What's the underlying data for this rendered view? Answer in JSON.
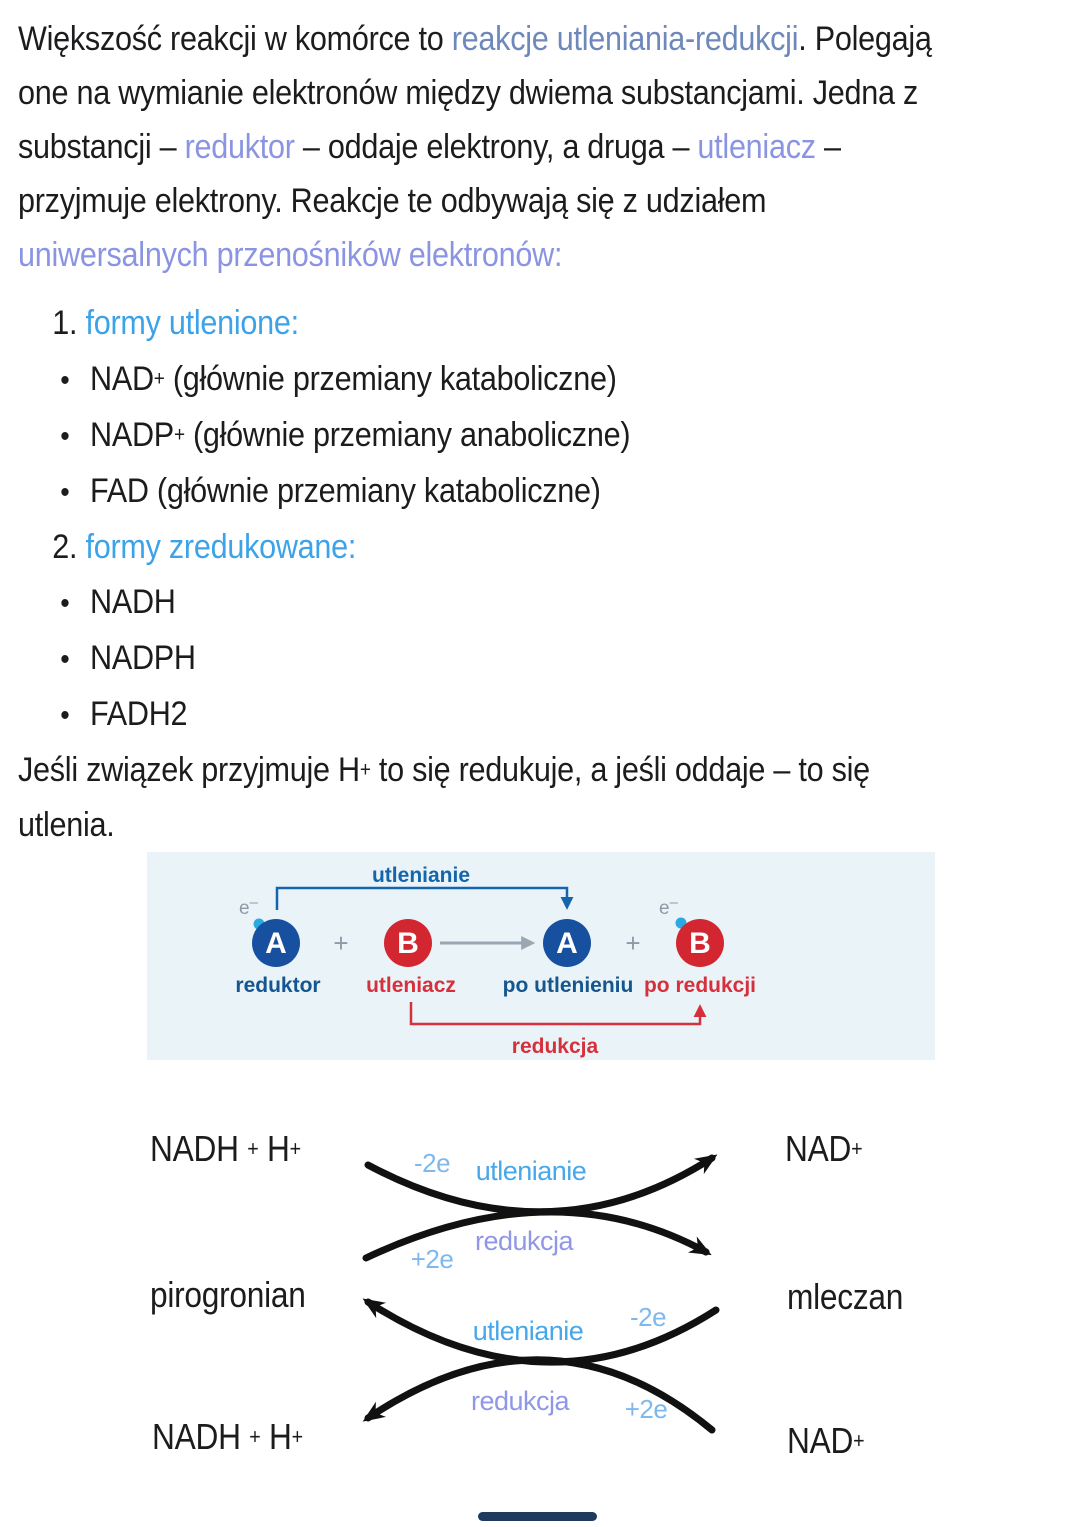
{
  "paragraph1": {
    "lines": [
      {
        "segs": [
          {
            "t": "Większość reakcji w komórce to ",
            "c": "ink"
          },
          {
            "t": "reakcje utleniania-redukcji",
            "c": "steel"
          },
          {
            "t": ". Polegają",
            "c": "ink"
          }
        ]
      },
      {
        "segs": [
          {
            "t": "one na wymianie elektronów między dwiema substancjami. Jedna z",
            "c": "ink"
          }
        ]
      },
      {
        "segs": [
          {
            "t": "substancji – ",
            "c": "ink"
          },
          {
            "t": "reduktor",
            "c": "peri"
          },
          {
            "t": " – oddaje elektrony, a druga – ",
            "c": "ink"
          },
          {
            "t": "utleniacz",
            "c": "peri"
          },
          {
            "t": " –",
            "c": "ink"
          }
        ]
      },
      {
        "segs": [
          {
            "t": "przyjmuje elektrony. Reakcje te odbywają się z udziałem",
            "c": "ink"
          }
        ]
      },
      {
        "segs": [
          {
            "t": "uniwersalnych przenośników elektronów:",
            "c": "peri"
          }
        ]
      }
    ]
  },
  "list": {
    "bullet_char": "•",
    "item1": {
      "num": "1.",
      "label": "formy utlenione:"
    },
    "bullets1": [
      [
        {
          "t": "NAD",
          "c": "ink"
        },
        {
          "t": "+",
          "c": "plus"
        },
        {
          "t": " (głównie przemiany kataboliczne)",
          "c": "ink"
        }
      ],
      [
        {
          "t": "NADP",
          "c": "ink"
        },
        {
          "t": "+",
          "c": "plus"
        },
        {
          "t": " (głównie przemiany anaboliczne)",
          "c": "ink"
        }
      ],
      [
        {
          "t": "FAD (głównie przemiany kataboliczne)",
          "c": "ink"
        }
      ]
    ],
    "item2": {
      "num": "2.",
      "label": "formy zredukowane:"
    },
    "bullets2": [
      [
        {
          "t": "NADH",
          "c": "ink"
        }
      ],
      [
        {
          "t": "NADPH",
          "c": "ink"
        }
      ],
      [
        {
          "t": "FADH2",
          "c": "ink"
        }
      ]
    ]
  },
  "paragraph2": {
    "lines": [
      {
        "segs": [
          {
            "t": "Jeśli związek przyjmuje H",
            "c": "ink"
          },
          {
            "t": "+",
            "c": "plus"
          },
          {
            "t": " to się redukuje, a jeśli oddaje – to się",
            "c": "ink"
          }
        ]
      },
      {
        "segs": [
          {
            "t": "utlenia.",
            "c": "ink"
          }
        ]
      }
    ]
  },
  "diagram": {
    "oxidation_label": "utlenianie",
    "reduction_label": "redukcja",
    "electron": "e",
    "electron_minus": "–",
    "plus_sign": "+",
    "node_a": "A",
    "node_b": "B",
    "label_reduktor": "reduktor",
    "label_utleniacz": "utleniacz",
    "label_po_utlenieniu": "po utlenieniu",
    "label_po_redukcji": "po redukcji"
  },
  "reactions": {
    "ox_label": "utlenianie",
    "red_label": "redukcja",
    "minus2e": "-2e",
    "plus2e": "+2e",
    "row1_left": [
      {
        "t": "NADH ",
        "c": "ink"
      },
      {
        "t": "+",
        "c": "plus"
      },
      {
        "t": " H",
        "c": "ink"
      },
      {
        "t": "+",
        "c": "plus"
      }
    ],
    "row1_right": [
      {
        "t": "NAD",
        "c": "ink"
      },
      {
        "t": "+",
        "c": "plus"
      }
    ],
    "row2_left": [
      {
        "t": "pirogronian",
        "c": "ink"
      }
    ],
    "row2_right": [
      {
        "t": "mleczan",
        "c": "ink"
      }
    ],
    "row3_left": [
      {
        "t": "NADH ",
        "c": "ink"
      },
      {
        "t": "+",
        "c": "plus"
      },
      {
        "t": " H",
        "c": "ink"
      },
      {
        "t": "+",
        "c": "plus"
      }
    ],
    "row3_right": [
      {
        "t": "NAD",
        "c": "ink"
      },
      {
        "t": "+",
        "c": "plus"
      }
    ]
  },
  "colors": {
    "accent_steel_blue": "#6e88bb",
    "accent_periwinkle": "#8b94e2",
    "accent_sky_blue": "#3da3e8",
    "diagram_panel_bg": "#e9f3f8",
    "diagram_navy_circle": "#17509e",
    "diagram_red_circle": "#d22730",
    "diagram_blue_text": "#1565ad",
    "diagram_red_text": "#d6303c",
    "droplet_cyan": "#2aa9e2",
    "gray_arrow": "#9aa6b2",
    "reaction_arrow_black": "#111111",
    "label_light_blue": "#7eb8ec"
  }
}
